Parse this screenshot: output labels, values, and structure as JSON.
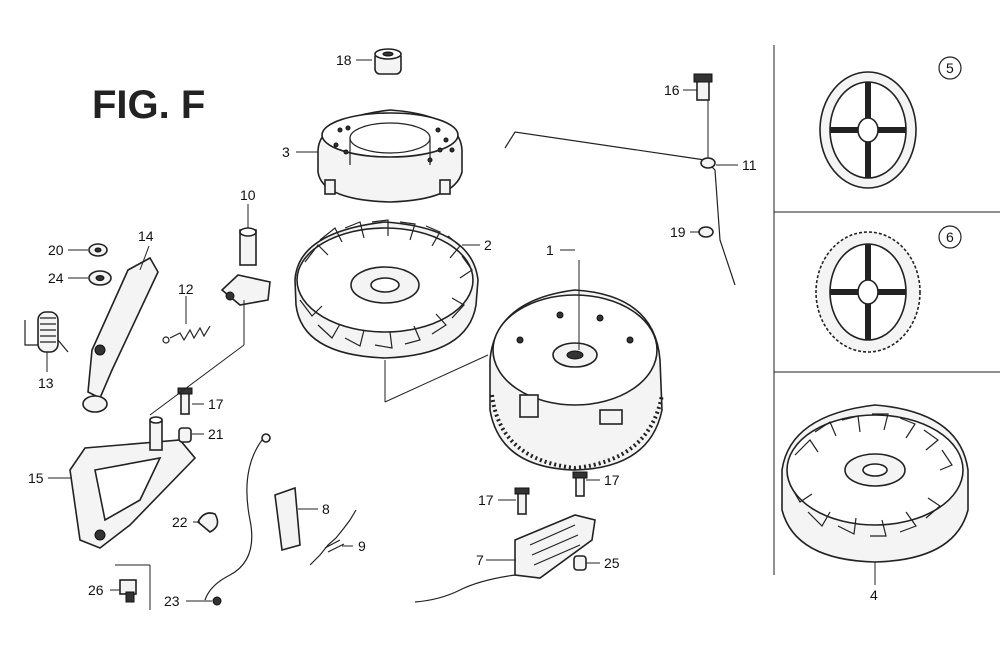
{
  "title": "FIG. F",
  "callouts": [
    {
      "id": "1",
      "text": "1"
    },
    {
      "id": "2",
      "text": "2"
    },
    {
      "id": "3",
      "text": "3"
    },
    {
      "id": "4",
      "text": "4"
    },
    {
      "id": "5",
      "text": "5"
    },
    {
      "id": "6",
      "text": "6"
    },
    {
      "id": "7",
      "text": "7"
    },
    {
      "id": "8",
      "text": "8"
    },
    {
      "id": "9",
      "text": "9"
    },
    {
      "id": "10",
      "text": "10"
    },
    {
      "id": "11",
      "text": "11"
    },
    {
      "id": "12",
      "text": "12"
    },
    {
      "id": "13",
      "text": "13"
    },
    {
      "id": "14",
      "text": "14"
    },
    {
      "id": "15",
      "text": "15"
    },
    {
      "id": "16",
      "text": "16"
    },
    {
      "id": "17a",
      "text": "17"
    },
    {
      "id": "17b",
      "text": "17"
    },
    {
      "id": "17c",
      "text": "17"
    },
    {
      "id": "18",
      "text": "18"
    },
    {
      "id": "19",
      "text": "19"
    },
    {
      "id": "20",
      "text": "20"
    },
    {
      "id": "21",
      "text": "21"
    },
    {
      "id": "22",
      "text": "22"
    },
    {
      "id": "23",
      "text": "23"
    },
    {
      "id": "24",
      "text": "24"
    },
    {
      "id": "25",
      "text": "25"
    },
    {
      "id": "26",
      "text": "26"
    }
  ]
}
